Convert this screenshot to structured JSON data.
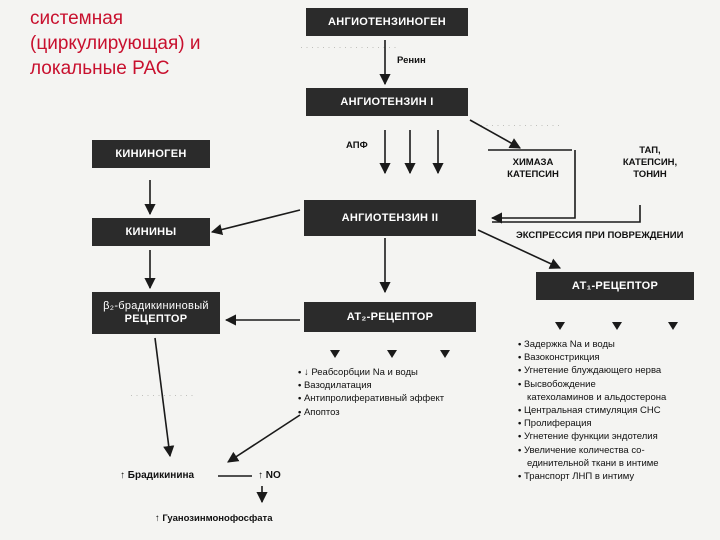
{
  "slide": {
    "title_lines": [
      "системная",
      "(циркулирующая) и",
      "локальные РАС"
    ]
  },
  "nodes": {
    "angiotensinogen": "АНГИОТЕНЗИНОГЕН",
    "renin": "Ренин",
    "angiotensin1": "АНГИОТЕНЗИН I",
    "apf": "АПФ",
    "chymase_line1": "ХИМАЗА",
    "chymase_line2": "КАТЕПСИН",
    "tap_line1": "ТАП,",
    "tap_line2": "КАТЕПСИН,",
    "tap_line3": "ТОНИН",
    "kininogen": "КИНИНОГЕН",
    "kinins": "КИНИНЫ",
    "angiotensin2": "АНГИОТЕНЗИН II",
    "expression": "ЭКСПРЕССИЯ ПРИ ПОВРЕЖДЕНИИ",
    "at1": "АТ₁-РЕЦЕПТОР",
    "at2": "АТ₂-РЕЦЕПТОР",
    "b2_line1": "β₂-брадикининовый",
    "b2_line2": "РЕЦЕПТОР",
    "bradykinin": "↑ Брадикинина",
    "no": "↑ NO",
    "cgmp": "↑ Гуанозинмонофосфата"
  },
  "at2_effects": [
    "↓ Реабсорбции Na и воды",
    "Вазодилатация",
    "Антипролиферативный эффект",
    "Апоптоз"
  ],
  "at1_effects": [
    {
      "text": "Задержка Na и воды",
      "bullet": true
    },
    {
      "text": "Вазоконстрикция",
      "bullet": true
    },
    {
      "text": "Угнетение блуждающего нерва",
      "bullet": true
    },
    {
      "text": "Высвобождение",
      "bullet": true
    },
    {
      "text": "катехоламинов и альдостерона",
      "bullet": false
    },
    {
      "text": "Центральная стимуляция СНС",
      "bullet": true
    },
    {
      "text": "Пролиферация",
      "bullet": true
    },
    {
      "text": "Угнетение функции эндотелия",
      "bullet": true
    },
    {
      "text": "Увеличение количества со-",
      "bullet": true
    },
    {
      "text": "единительной ткани в интиме",
      "bullet": false
    },
    {
      "text": "Транспорт ЛНП в интиму",
      "bullet": true
    }
  ],
  "colors": {
    "title": "#c8102e",
    "box_fill": "#2b2b2b",
    "box_text": "#ffffff",
    "line": "#1a1a1a"
  }
}
